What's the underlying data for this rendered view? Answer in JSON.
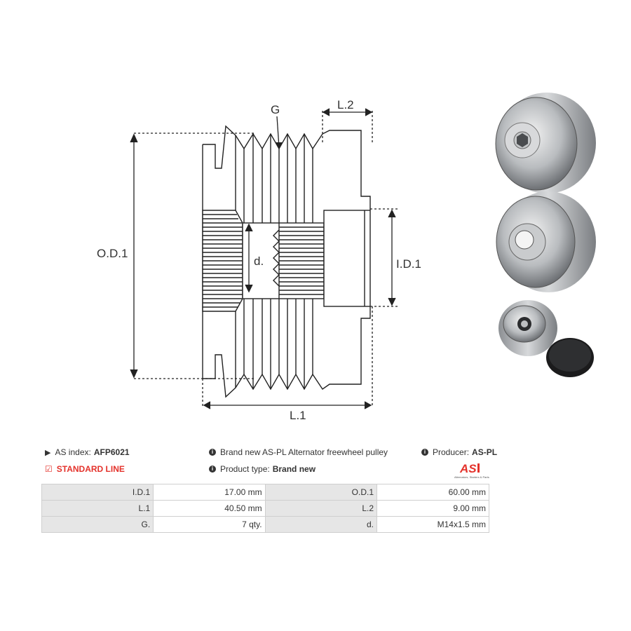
{
  "diagram": {
    "labels": {
      "g": "G",
      "l2": "L.2",
      "od1": "O.D.1",
      "d": "d.",
      "id1": "I.D.1",
      "l1": "L.1"
    }
  },
  "info": {
    "as_index_label": "AS index:",
    "as_index_value": "AFP6021",
    "description": "Brand new AS-PL Alternator freewheel pulley",
    "producer_label": "Producer:",
    "producer_value": "AS-PL",
    "line": "STANDARD LINE",
    "product_type_label": "Product type:",
    "product_type_value": "Brand new",
    "logo_tagline": "Alternators, Starters & Parts"
  },
  "specs": [
    [
      "I.D.1",
      "17.00 mm",
      "O.D.1",
      "60.00 mm"
    ],
    [
      "L.1",
      "40.50 mm",
      "L.2",
      "9.00 mm"
    ],
    [
      "G.",
      "7 qty.",
      "d.",
      "M14x1.5 mm"
    ]
  ],
  "colors": {
    "accent_red": "#e4322b",
    "table_label_bg": "#e6e6e6",
    "line": "#222222"
  }
}
